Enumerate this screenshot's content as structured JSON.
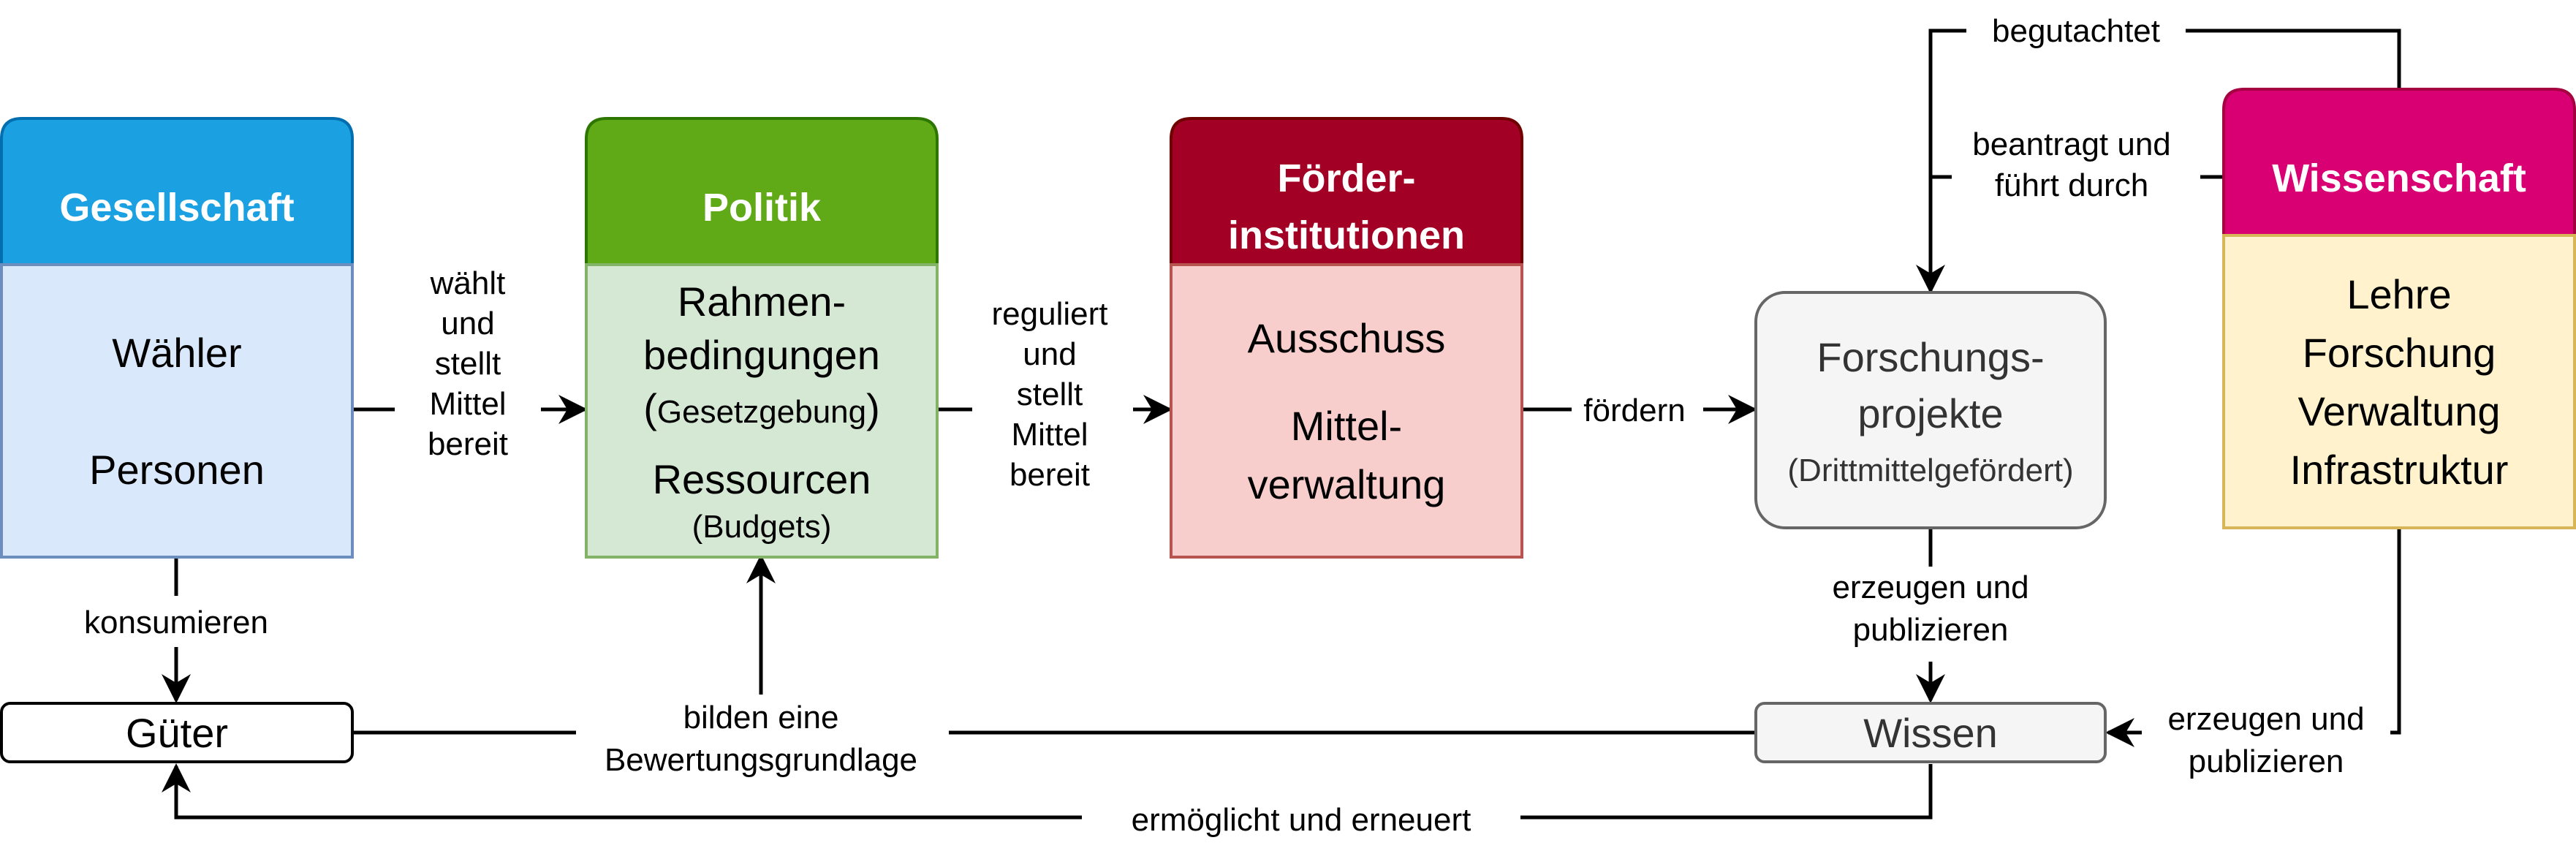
{
  "colors": {
    "gesellschaft_header": "#1ba1e2",
    "gesellschaft_body": "#dae8fc",
    "gesellschaft_stroke": "#6c8ebf",
    "politik_header": "#60a917",
    "politik_body": "#d5e8d4",
    "politik_stroke": "#82b366",
    "foerder_header": "#a20025",
    "foerder_body": "#f8cecc",
    "foerder_stroke": "#b85450",
    "wissenschaft_header": "#d80073",
    "wissenschaft_body": "#fff2cc",
    "wissenschaft_stroke": "#d6b656",
    "grey_fill": "#f5f5f5",
    "grey_stroke": "#666666"
  },
  "nodes": {
    "gesellschaft": {
      "title": "Gesellschaft",
      "line1": "Wähler",
      "line2": "Personen"
    },
    "politik": {
      "title": "Politik",
      "line1": "Rahmen-",
      "line2": "bedingungen",
      "line3_paren_open": "(",
      "line3_inner": "Gesetzgebung",
      "line3_paren_close": ")",
      "line4": "Ressourcen",
      "line5": "(Budgets)"
    },
    "foerder": {
      "title_line1": "Förder-",
      "title_line2": "institutionen",
      "line1": "Ausschuss",
      "line2": "Mittel-",
      "line3": "verwaltung"
    },
    "wissenschaft": {
      "title": "Wissenschaft",
      "line1": "Lehre",
      "line2": "Forschung",
      "line3": "Verwaltung",
      "line4": "Infrastruktur"
    },
    "forschung": {
      "line1": "Forschungs-",
      "line2": "projekte",
      "line3": "(Drittmittelgefördert)"
    },
    "gueter": {
      "label": "Güter"
    },
    "wissen": {
      "label": "Wissen"
    }
  },
  "edges": {
    "waehlt": [
      "wählt",
      "und",
      "stellt",
      "Mittel",
      "bereit"
    ],
    "reguliert": [
      "reguliert",
      "und",
      "stellt",
      "Mittel",
      "bereit"
    ],
    "foerdern": "fördern",
    "konsumieren": "konsumieren",
    "bilden": [
      "bilden eine",
      "Bewertungsgrundlage"
    ],
    "begutachtet": "begutachtet",
    "beantragt": [
      "beantragt und",
      "führt durch"
    ],
    "erzeugen1": [
      "erzeugen und",
      "publizieren"
    ],
    "erzeugen2": [
      "erzeugen und",
      "publizieren"
    ],
    "ermoeglicht": "ermöglicht und erneuert"
  }
}
